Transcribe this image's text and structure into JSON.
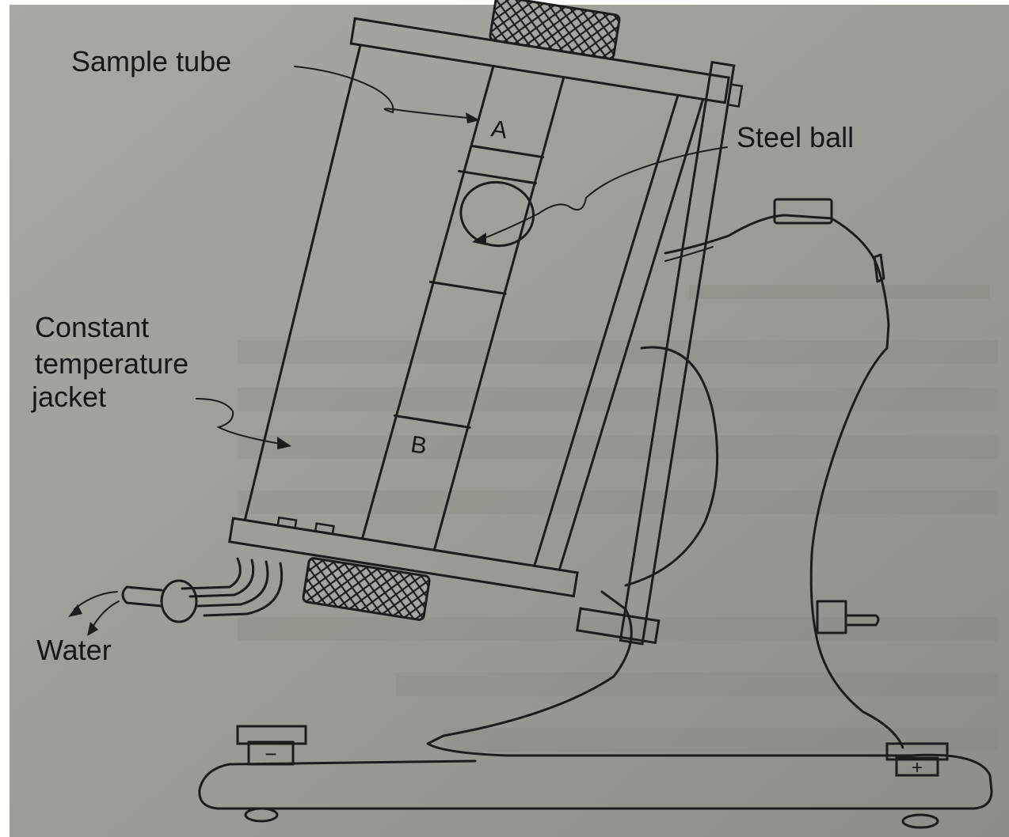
{
  "labels": {
    "sample_tube": "Sample tube",
    "steel_ball": "Steel ball",
    "constant_temp_line1": "Constant",
    "constant_temp_line2": "temperature",
    "constant_temp_line3": "jacket",
    "water": "Water",
    "mark_a": "A",
    "mark_b": "B",
    "minus_terminal": "−",
    "plus_terminal": "+"
  },
  "colors": {
    "paper": "#9a9a94",
    "ink": "#1c1c1c"
  }
}
